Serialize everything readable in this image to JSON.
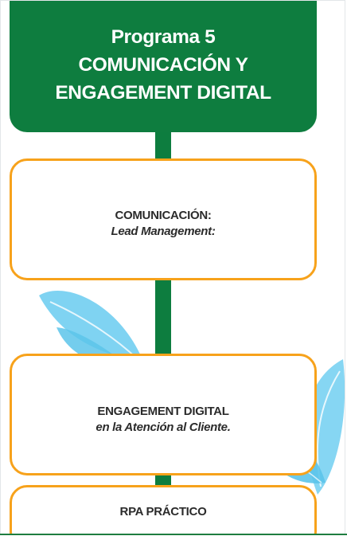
{
  "header": {
    "line1": "Programa 5",
    "line2": "COMUNICACIÓN Y",
    "line3": "ENGAGEMENT DIGITAL"
  },
  "cards": [
    {
      "title": "COMUNICACIÓN:",
      "subtitle": "Lead Management:"
    },
    {
      "title": "ENGAGEMENT DIGITAL",
      "subtitle": "en la Atención al Cliente."
    },
    {
      "title": "RPA PRÁCTICO"
    }
  ],
  "colors": {
    "primary_green": "#0e7d3f",
    "accent_orange": "#f7a21b",
    "leaf_blue": "#79d0f0",
    "text_dark": "#2b2b2b"
  },
  "icons": {
    "left_decoration": "leaf-icon",
    "right_decoration": "leaf-icon"
  }
}
